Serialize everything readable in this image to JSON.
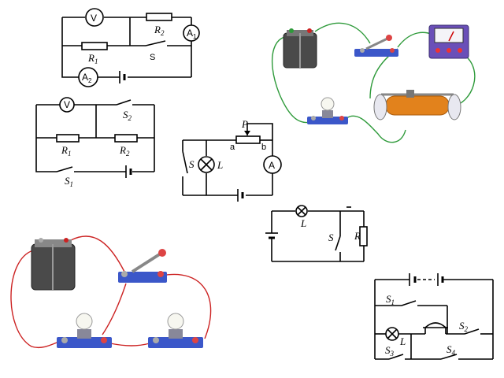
{
  "diagram1": {
    "v": "V",
    "r2": "R",
    "r2sub": "2",
    "a1": "A",
    "a1sub": "1",
    "r1": "R",
    "r1sub": "1",
    "s": "S",
    "a2": "A",
    "a2sub": "2"
  },
  "diagram2": {
    "v": "V",
    "s2": "S",
    "s2sub": "2",
    "r1": "R",
    "r1sub": "1",
    "r2": "R",
    "r2sub": "2",
    "s1": "S",
    "s1sub": "1"
  },
  "diagram3": {
    "p": "P",
    "a": "a",
    "b": "b",
    "s": "S",
    "l": "L",
    "ammeter": "A"
  },
  "diagram4": {
    "l": "L",
    "s": "S",
    "r": "R"
  },
  "diagram5": {
    "s1": "S",
    "s1sub": "1",
    "s2": "S",
    "s2sub": "2",
    "s3": "S",
    "s3sub": "3",
    "s4": "S",
    "s4sub": "4",
    "l": "L"
  },
  "colors": {
    "wire_green": "#2e9a3a",
    "wire_red": "#cc2222",
    "base_blue": "#3b57c9",
    "rheostat_orange": "#e2821c",
    "meter_purple": "#6a4fb8"
  }
}
